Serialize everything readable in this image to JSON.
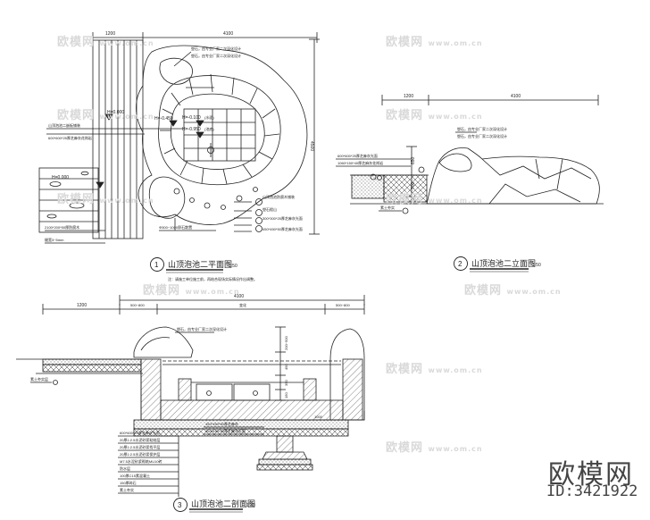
{
  "plan": {
    "title": "山顶泡池二平面图",
    "scale": "1:50",
    "number": "1",
    "note": "注：请施工单位施工前，再结合现场实际情况作出调整。",
    "dim_top_left": "1200",
    "dim_top_total": "4100",
    "dim_right": "4500",
    "levels": [
      "H=0.000",
      "H=0.000",
      "H=-0.450",
      "H=-0.100",
      "H=-0.950"
    ],
    "level_tags": [
      "(水面)",
      "(池底)"
    ],
    "labels": {
      "rock_top": "塑石，由专业厂家二次深化设计",
      "rock_mid": "塑石，由专业厂家二次深化设计",
      "deck": "山顶泡池二嵌板铺装",
      "edge_left": "600*600*25厚芝麻灰花岗岩",
      "right_1": "山顶泡池防腐木铺装",
      "right_2": "塑石假山",
      "right_3": "300*300*25厚芝麻灰光面",
      "right_4": "450*450*50厚芝麻灰光面",
      "bottom_left_1": "2100*200*50厚防腐木",
      "bottom_left_2": "缝宽3~5mm",
      "bottom_mid": "Φ500~1000卵石散置"
    }
  },
  "elevation": {
    "title": "山顶泡池二立面图",
    "scale": "1:50",
    "number": "2",
    "dim_left": "1200",
    "dim_right": "4100",
    "dim_v1": "650",
    "dim_v2": "700",
    "dim_v3": "150",
    "labels": {
      "rock": "塑石，由专业厂家二次深化设计",
      "rock2": "塑石，由专业厂家二次深化设计",
      "l1": "600*600*25厚芝麻灰光面",
      "l2": "1060*150*40厚芝麻灰花岗岩",
      "l3": "素土夯实"
    }
  },
  "section": {
    "title": "山顶泡池二剖面图",
    "scale": "1:30",
    "number": "3",
    "dim_total": "4100",
    "dims_top": [
      "1200",
      "500~800",
      "500~800"
    ],
    "dim_mid_label": "变化",
    "dim_v": [
      "200~500",
      "450",
      "350",
      "150"
    ],
    "dim_bottom": "1000",
    "labels": {
      "rock": "塑石，由专业厂家二次深化设计",
      "l1": "素土夯实层",
      "mid1": "450*450*50厚芝麻灰",
      "mid2": "450*450*50厚芝麻灰光面",
      "layers": [
        "600*600*25厚芝麻灰光面",
        "20厚1:2.5水泥砂浆粘结层",
        "20厚1:2.5水泥砂浆找平层",
        "20厚1:2.5水泥砂浆保护层",
        "M7.5水泥砂浆砌筑MU10砖",
        "防水层",
        "100厚C15素混凝土",
        "150厚碎石",
        "素土夯实"
      ]
    }
  },
  "watermark": {
    "text": "欧模网",
    "url": "www.om.cn"
  },
  "brand": {
    "name": "欧模网",
    "id": "ID:3421922"
  }
}
